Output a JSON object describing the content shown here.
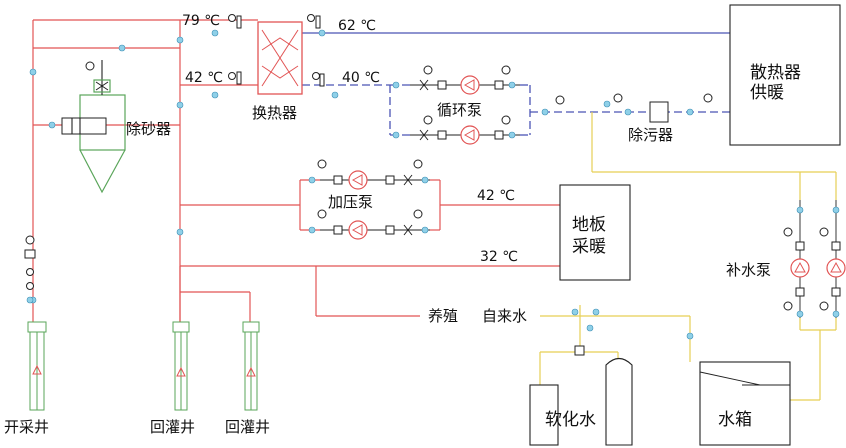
{
  "labels": {
    "desander": "除砂器",
    "heat_exchanger": "换热器",
    "circulation_pump": "循环泵",
    "decontaminator": "除污器",
    "radiator_heating": [
      "散热器",
      "供暖"
    ],
    "booster_pump": "加压泵",
    "floor_heating": [
      "地板",
      "采暖"
    ],
    "makeup_pump": "补水泵",
    "aquaculture": "养殖",
    "tap_water": "自来水",
    "softened_water": "软化水",
    "water_tank": "水箱",
    "production_well": "开采井",
    "reinjection_well_1": "回灌井",
    "reinjection_well_2": "回灌井"
  },
  "temperatures": {
    "hx_primary_in": "79 ℃",
    "hx_secondary_out": "62 ℃",
    "hx_primary_out": "42 ℃",
    "hx_secondary_in": "40 ℃",
    "floor_supply": "42 ℃",
    "floor_return": "32 ℃"
  },
  "colors": {
    "geothermal_line": "#e25555",
    "heating_line": "#4b55b5",
    "makeup_line": "#e6cf55",
    "equipment": "#5aa55a"
  }
}
